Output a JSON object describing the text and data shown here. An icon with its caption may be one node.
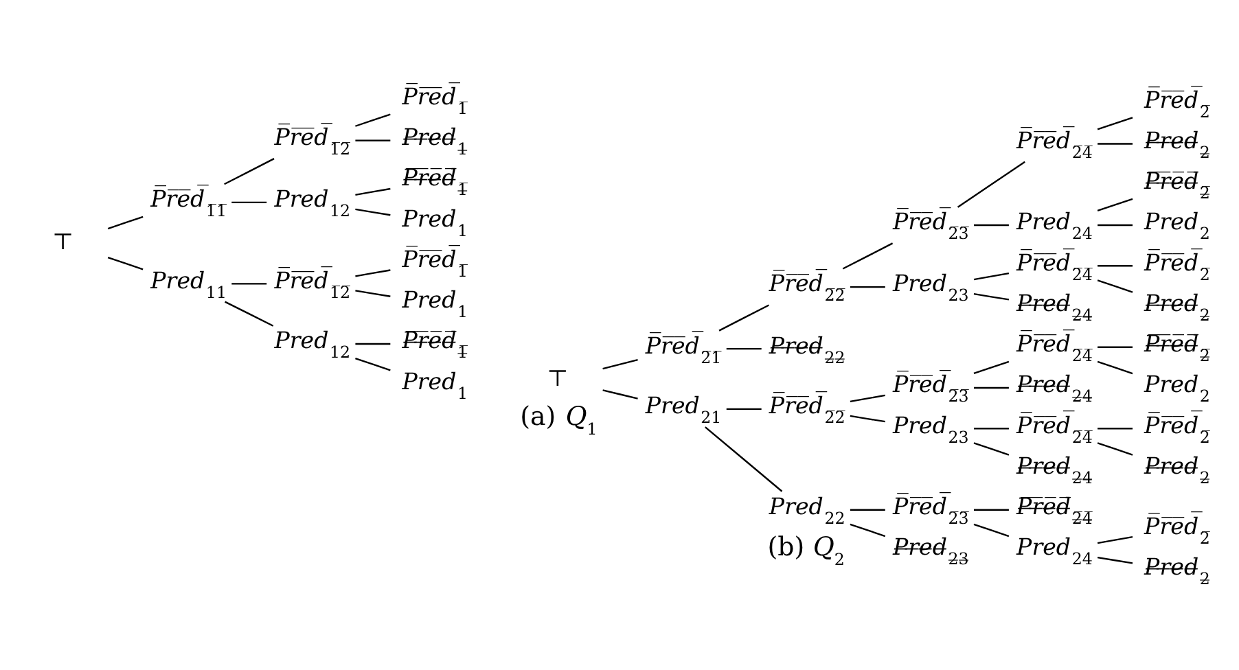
{
  "diagram": {
    "nodes": [
      {
        "text": [
          "⊤"
        ]
      },
      {
        "text": [
          "P̅r̅e̅d̅$_{1̅1̅}$"
        ]
      },
      {
        "text": [
          "P̅r̅e̅d̅$_{1̅2̅}$"
        ]
      },
      {
        "text": [
          "P̅r̅e̅d̅$_{1̅}$"
        ]
      },
      {
        "text": [
          "P̶r̶e̶d̶$_{1̶}$"
        ]
      },
      {
        "text": [
          "Pred$_{12}$"
        ]
      },
      {
        "text": [
          "P̶̅r̶̅e̶̅d̶̅$_{1̶̅}$"
        ]
      },
      {
        "text": [
          "Pred$_{1}$"
        ]
      },
      {
        "text": [
          "Pred$_{11}$"
        ]
      },
      {
        "text": [
          "P̅r̅e̅d̅$_{1̅2̅}$"
        ]
      },
      {
        "text": [
          "P̅r̅e̅d̅$_{1̅}$"
        ]
      },
      {
        "text": [
          "Pred$_{1}$"
        ]
      },
      {
        "text": [
          "Pred$_{12}$"
        ]
      },
      {
        "text": [
          "P̶̅r̶̅e̶̅d̶̅$_{1̶̅}$"
        ]
      },
      {
        "text": [
          "Pred$_{1}$"
        ]
      },
      {
        "text": [
          "⊤"
        ]
      },
      {
        "text": [
          "P̅r̅e̅d̅$_{2̅1̅}$"
        ]
      },
      {
        "text": [
          "P̅r̅e̅d̅$_{2̅2̅}$"
        ]
      },
      {
        "text": [
          "P̅r̅e̅d̅$_{2̅3̅}$"
        ]
      },
      {
        "text": [
          "P̅r̅e̅d̅$_{2̅4̅}$"
        ]
      },
      {
        "text": [
          "P̅r̅e̅d̅$_{2̅}$"
        ]
      },
      {
        "text": [
          "P̶r̶e̶d̶$_{2̶}$"
        ]
      },
      {
        "text": [
          "Pred$_{24}$"
        ]
      },
      {
        "text": [
          "P̶̅r̶̅e̶̅d̶̅$_{2̶̅}$"
        ]
      },
      {
        "text": [
          "Pred$_{2}$"
        ]
      },
      {
        "text": [
          "Pred$_{23}$"
        ]
      },
      {
        "text": [
          "P̅r̅e̅d̅$_{2̅4̅}$"
        ]
      },
      {
        "text": [
          "P̅r̅e̅d̅$_{2̅}$"
        ]
      },
      {
        "text": [
          "P̶r̶e̶d̶$_{2̶}$"
        ]
      },
      {
        "text": [
          "P̶r̶e̶d̶$_{2̶4̶}$"
        ]
      },
      {
        "text": [
          "P̶r̶e̶d̶$_{2̶2̶}$"
        ]
      },
      {
        "text": [
          "Pred$_{21}$"
        ]
      },
      {
        "text": [
          "P̅r̅e̅d̅$_{2̅2̅}$"
        ]
      },
      {
        "text": [
          "P̅r̅e̅d̅$_{2̅3̅}$"
        ]
      },
      {
        "text": [
          "P̅r̅e̅d̅$_{2̅4̅}$"
        ]
      },
      {
        "text": [
          "P̶̅r̶̅e̶̅d̶̅$_{2̶̅}$"
        ]
      },
      {
        "text": [
          "Pred$_{2}$"
        ]
      },
      {
        "text": [
          "P̶r̶e̶d̶$_{2̶4̶}$"
        ]
      },
      {
        "text": [
          "Pred$_{23}$"
        ]
      },
      {
        "text": [
          "P̅r̅e̅d̅$_{2̅4̅}$"
        ]
      },
      {
        "text": [
          "P̅r̅e̅d̅$_{2̅}$"
        ]
      },
      {
        "text": [
          "P̶r̶e̶d̶$_{2̶}$"
        ]
      },
      {
        "text": [
          "P̶r̶e̶d̶$_{2̶4̶}$"
        ]
      },
      {
        "text": [
          "Pred$_{22}$"
        ]
      },
      {
        "text": [
          "P̅r̅e̅d̅$_{2̅3̅}$"
        ]
      },
      {
        "text": [
          "P̶̅r̶̅e̶̅d̶̅$_{2̶̅4̶̅}$"
        ]
      },
      {
        "text": [
          "Pred$_{24}$"
        ]
      },
      {
        "text": [
          "P̅r̅e̅d̅$_{2̅}$"
        ]
      },
      {
        "text": [
          "P̶r̶e̶d̶$_{2̶}$"
        ]
      },
      {
        "text": [
          "P̶r̶e̶d̶$_{2̶3̶}$"
        ]
      }
    ],
    "edges": [
      {
        "from": 0,
        "to": 1,
        "arrow": "none"
      },
      {
        "from": 1,
        "to": 2,
        "arrow": "none"
      },
      {
        "from": 2,
        "to": 3,
        "arrow": "none"
      },
      {
        "from": 2,
        "to": 4,
        "arrow": "none"
      },
      {
        "from": 1,
        "to": 5,
        "arrow": "none"
      },
      {
        "from": 5,
        "to": 6,
        "arrow": "none"
      },
      {
        "from": 5,
        "to": 7,
        "arrow": "none"
      },
      {
        "from": 0,
        "to": 8,
        "arrow": "none"
      },
      {
        "from": 8,
        "to": 9,
        "arrow": "none"
      },
      {
        "from": 9,
        "to": 10,
        "arrow": "none"
      },
      {
        "from": 9,
        "to": 11,
        "arrow": "none"
      },
      {
        "from": 8,
        "to": 12,
        "arrow": "none"
      },
      {
        "from": 12,
        "to": 13,
        "arrow": "none"
      },
      {
        "from": 12,
        "to": 14,
        "arrow": "none"
      },
      {
        "from": 15,
        "to": 16,
        "arrow": "none"
      },
      {
        "from": 16,
        "to": 17,
        "arrow": "none"
      },
      {
        "from": 17,
        "to": 18,
        "arrow": "none"
      },
      {
        "from": 18,
        "to": 19,
        "arrow": "none"
      },
      {
        "from": 19,
        "to": 20,
        "arrow": "none"
      },
      {
        "from": 19,
        "to": 21,
        "arrow": "none"
      },
      {
        "from": 18,
        "to": 22,
        "arrow": "none"
      },
      {
        "from": 22,
        "to": 23,
        "arrow": "none"
      },
      {
        "from": 22,
        "to": 24,
        "arrow": "none"
      },
      {
        "from": 17,
        "to": 25,
        "arrow": "none"
      },
      {
        "from": 25,
        "to": 26,
        "arrow": "none"
      },
      {
        "from": 26,
        "to": 27,
        "arrow": "none"
      },
      {
        "from": 26,
        "to": 28,
        "arrow": "none"
      },
      {
        "from": 25,
        "to": 29,
        "arrow": "none"
      },
      {
        "from": 16,
        "to": 30,
        "arrow": "none"
      },
      {
        "from": 15,
        "to": 31,
        "arrow": "none"
      },
      {
        "from": 31,
        "to": 32,
        "arrow": "none"
      },
      {
        "from": 32,
        "to": 33,
        "arrow": "none"
      },
      {
        "from": 33,
        "to": 34,
        "arrow": "none"
      },
      {
        "from": 34,
        "to": 35,
        "arrow": "none"
      },
      {
        "from": 34,
        "to": 36,
        "arrow": "none"
      },
      {
        "from": 33,
        "to": 37,
        "arrow": "none"
      },
      {
        "from": 32,
        "to": 38,
        "arrow": "none"
      },
      {
        "from": 38,
        "to": 39,
        "arrow": "none"
      },
      {
        "from": 39,
        "to": 40,
        "arrow": "none"
      },
      {
        "from": 39,
        "to": 41,
        "arrow": "none"
      },
      {
        "from": 38,
        "to": 42,
        "arrow": "none"
      },
      {
        "from": 31,
        "to": 43,
        "arrow": "none"
      },
      {
        "from": 43,
        "to": 44,
        "arrow": "none"
      },
      {
        "from": 44,
        "to": 45,
        "arrow": "none"
      },
      {
        "from": 44,
        "to": 46,
        "arrow": "none"
      },
      {
        "from": 46,
        "to": 47,
        "arrow": "none"
      },
      {
        "from": 46,
        "to": 48,
        "arrow": "none"
      },
      {
        "from": 43,
        "to": 49,
        "arrow": "none"
      }
    ],
    "labels": [
      "(a) *Q*$_{1}$",
      "(b) *Q*$_{2}$"
    ]
  }
}
